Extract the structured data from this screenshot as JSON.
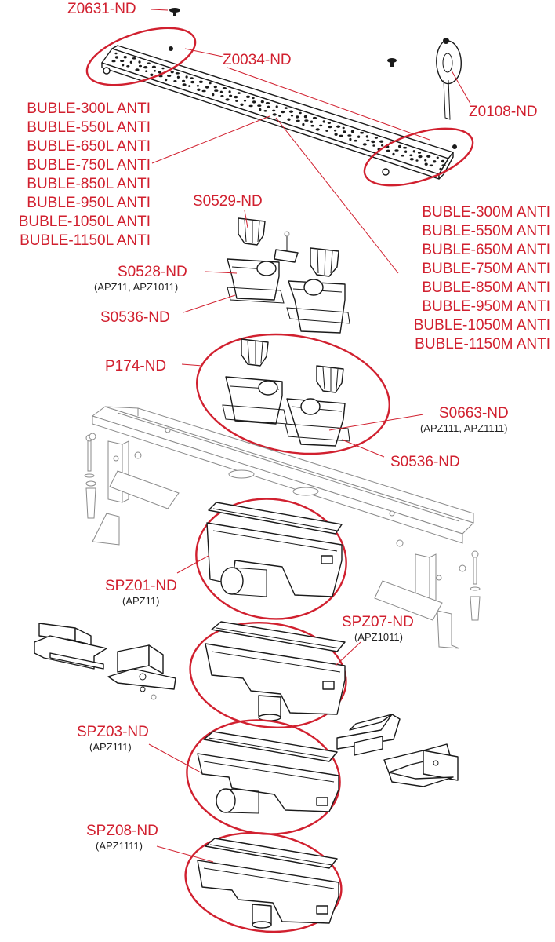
{
  "labels": {
    "z0631": "Z0631-ND",
    "z0034": "Z0034-ND",
    "z0108": "Z0108-ND",
    "buble_l": [
      "BUBLE-300L ANTI",
      "BUBLE-550L ANTI",
      "BUBLE-650L ANTI",
      "BUBLE-750L ANTI",
      "BUBLE-850L ANTI",
      "BUBLE-950L ANTI",
      "BUBLE-1050L ANTI",
      "BUBLE-1150L ANTI"
    ],
    "buble_m": [
      "BUBLE-300M ANTI",
      "BUBLE-550M ANTI",
      "BUBLE-650M ANTI",
      "BUBLE-750M ANTI",
      "BUBLE-850M ANTI",
      "BUBLE-950M ANTI",
      "BUBLE-1050M ANTI",
      "BUBLE-1150M ANTI"
    ],
    "s0529": "S0529-ND",
    "s0528": "S0528-ND",
    "s0528_sub": "(APZ11, APZ1011)",
    "s0536_top": "S0536-ND",
    "p174": "P174-ND",
    "s0663": "S0663-ND",
    "s0663_sub": "(APZ111, APZ1111)",
    "s0536_bottom": "S0536-ND",
    "spz01": "SPZ01-ND",
    "spz01_sub": "(APZ11)",
    "spz07": "SPZ07-ND",
    "spz07_sub": "(APZ1011)",
    "spz03": "SPZ03-ND",
    "spz03_sub": "(APZ111)",
    "spz08": "SPZ08-ND",
    "spz08_sub": "(APZ1111)"
  },
  "colors": {
    "label": "#d1202f",
    "line": "#1a1a1a"
  }
}
